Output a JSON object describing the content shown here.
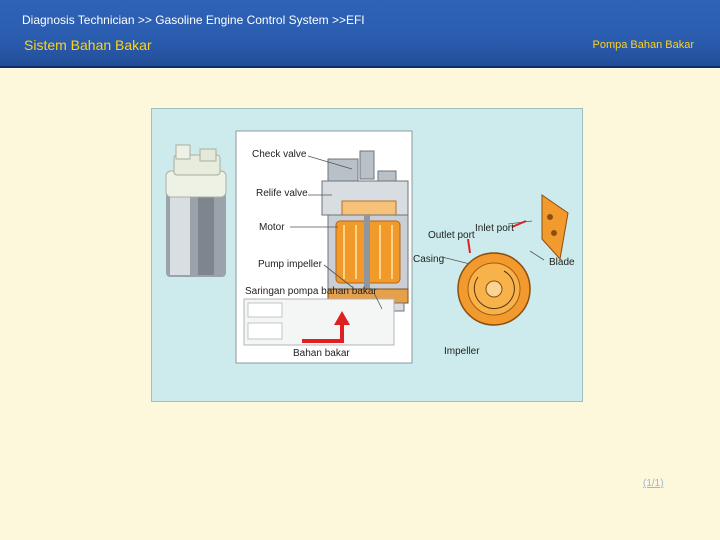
{
  "header": {
    "breadcrumb": "Diagnosis Technician >> Gasoline Engine Control System >>EFI",
    "title": "Sistem Bahan Bakar",
    "topic": "Pompa Bahan Bakar"
  },
  "diagram": {
    "labels": {
      "check_valve": "Check valve",
      "relife_valve": "Relife valve",
      "motor": "Motor",
      "pump_impeller": "Pump impeller",
      "saringan": "Saringan pompa bahan bakar",
      "bahan_bakar": "Bahan bakar",
      "outlet_port": "Outlet port",
      "inlet_port": "Inlet port",
      "casing": "Casing",
      "blade": "Blade",
      "impeller": "Impeller"
    }
  },
  "footer": {
    "page": "(1/1)"
  },
  "colors": {
    "header_bg": "#2a5cae",
    "title": "#ffd21a",
    "page_bg": "#fdf8dc",
    "figure_bg": "#cdebec",
    "pump_orange": "#f19a2a",
    "arrow_red": "#e02020"
  }
}
